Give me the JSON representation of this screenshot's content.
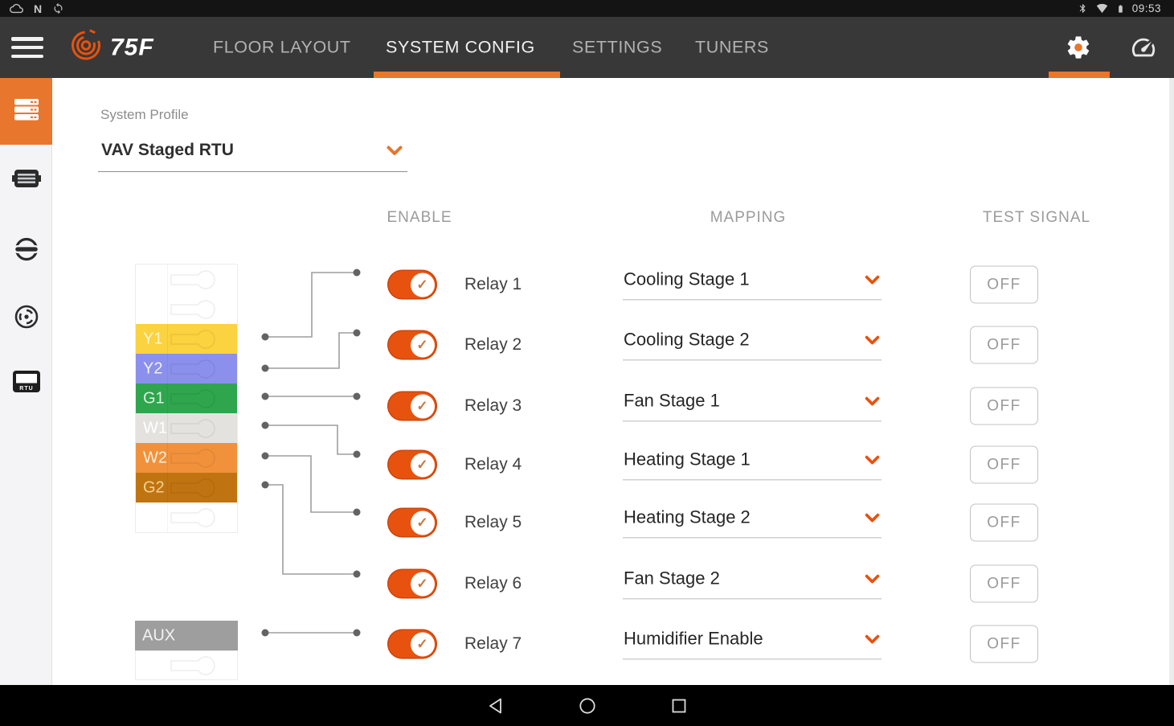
{
  "status_bar": {
    "time": "09:53",
    "left_icons": [
      "cloud-icon",
      "nfc-icon",
      "sync-icon"
    ],
    "right_icons": [
      "bluetooth-icon",
      "wifi-icon",
      "battery-icon"
    ]
  },
  "toolbar": {
    "brand": "75F",
    "tabs": [
      {
        "label": "FLOOR LAYOUT",
        "active": false
      },
      {
        "label": "SYSTEM CONFIG",
        "active": true
      },
      {
        "label": "SETTINGS",
        "active": false
      },
      {
        "label": "TUNERS",
        "active": false
      }
    ],
    "action_icons": [
      "settings-gear-icon",
      "dashboard-gauge-icon"
    ]
  },
  "sidebar": {
    "items": [
      {
        "icon": "relay-outputs-icon",
        "active": true
      },
      {
        "icon": "terminal-strip-icon",
        "active": false
      },
      {
        "icon": "damper-icon",
        "active": false
      },
      {
        "icon": "fan-icon",
        "active": false
      },
      {
        "icon": "rtu-icon",
        "active": false
      }
    ],
    "rtu_icon_label": "RTU"
  },
  "profile": {
    "label": "System Profile",
    "value": "VAV Staged RTU"
  },
  "columns": {
    "enable": "ENABLE",
    "mapping": "MAPPING",
    "test_signal": "TEST SIGNAL"
  },
  "relays": [
    {
      "label": "Relay 1",
      "enabled": true,
      "mapping": "Cooling Stage 1",
      "test_signal": "OFF"
    },
    {
      "label": "Relay 2",
      "enabled": true,
      "mapping": "Cooling Stage 2",
      "test_signal": "OFF"
    },
    {
      "label": "Relay 3",
      "enabled": true,
      "mapping": "Fan Stage 1",
      "test_signal": "OFF"
    },
    {
      "label": "Relay 4",
      "enabled": true,
      "mapping": "Heating Stage 1",
      "test_signal": "OFF"
    },
    {
      "label": "Relay 5",
      "enabled": true,
      "mapping": "Heating Stage 2",
      "test_signal": "OFF"
    },
    {
      "label": "Relay 6",
      "enabled": true,
      "mapping": "Fan Stage 2",
      "test_signal": "OFF"
    },
    {
      "label": "Relay 7",
      "enabled": true,
      "mapping": "Humidifier Enable",
      "test_signal": "OFF"
    }
  ],
  "terminals": {
    "rows": [
      {
        "label": "",
        "color": "",
        "text_color": ""
      },
      {
        "label": "",
        "color": "",
        "text_color": ""
      },
      {
        "label": "Y1",
        "color": "#fbd23f",
        "text_color": "#fdf4d2"
      },
      {
        "label": "Y2",
        "color": "#8b90ec",
        "text_color": "#eff0fd"
      },
      {
        "label": "G1",
        "color": "#2fa54e",
        "text_color": "#d9f1dd"
      },
      {
        "label": "W1",
        "color": "#e4e2df",
        "text_color": "#ffffff"
      },
      {
        "label": "W2",
        "color": "#f1913c",
        "text_color": "#ffeedd"
      },
      {
        "label": "G2",
        "color": "#c07411",
        "text_color": "#f3d194"
      },
      {
        "label": "",
        "color": "",
        "text_color": ""
      }
    ],
    "aux": {
      "label": "AUX",
      "color": "#9e9e9e",
      "text_color": "#f3f3f3"
    }
  },
  "connections": [
    {
      "terminal": "Y1",
      "relay": "Relay 1"
    },
    {
      "terminal": "Y2",
      "relay": "Relay 2"
    },
    {
      "terminal": "G1",
      "relay": "Relay 3"
    },
    {
      "terminal": "W1",
      "relay": "Relay 4"
    },
    {
      "terminal": "W2",
      "relay": "Relay 5"
    },
    {
      "terminal": "G2",
      "relay": "Relay 6"
    },
    {
      "terminal": "AUX",
      "relay": "Relay 7"
    }
  ],
  "nav_bar": {
    "icons": [
      "back-icon",
      "home-icon",
      "recents-icon"
    ]
  },
  "colors": {
    "accent": "#e8520f",
    "accent_soft": "#e8762c",
    "toolbar_bg": "#383838",
    "status_bar_bg": "#141414",
    "wire": "#9e9e9e",
    "wire_dot": "#636363"
  }
}
